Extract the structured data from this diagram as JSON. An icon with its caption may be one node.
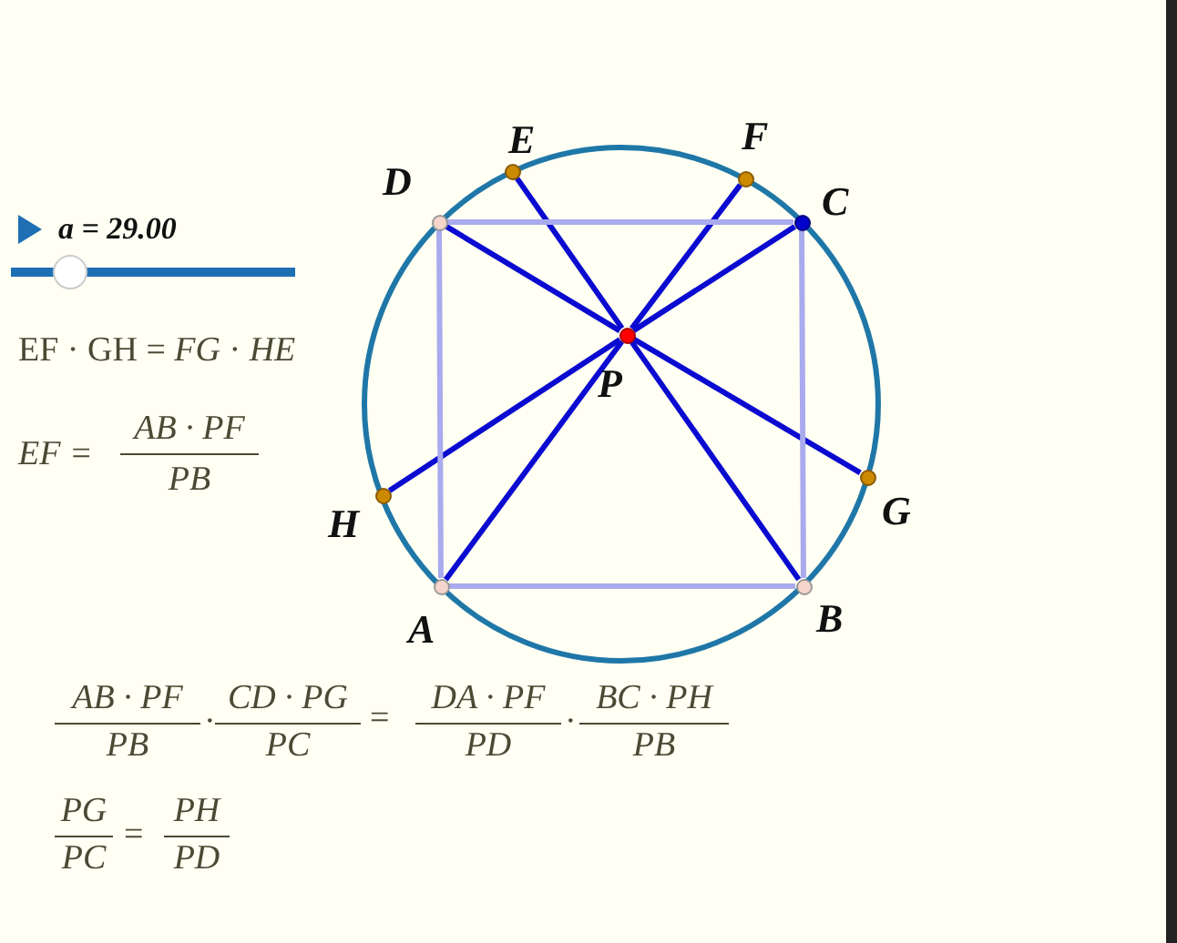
{
  "diagram": {
    "nodes": [
      {
        "text": [],
        "shape": "circle",
        "beside": [
          "A"
        ]
      },
      {
        "text": [],
        "shape": "circle",
        "beside": [
          "B"
        ]
      },
      {
        "text": [],
        "shape": "circle",
        "beside": [
          "C"
        ]
      },
      {
        "text": [],
        "shape": "circle",
        "beside": [
          "D"
        ]
      },
      {
        "text": [],
        "shape": "circle",
        "beside": [
          "E"
        ]
      },
      {
        "text": [],
        "shape": "circle",
        "beside": [
          "F"
        ]
      },
      {
        "text": [],
        "shape": "circle",
        "beside": [
          "G"
        ]
      },
      {
        "text": [],
        "shape": "circle",
        "beside": [
          "H"
        ]
      },
      {
        "text": [],
        "shape": "circle",
        "beside": [
          "P"
        ]
      }
    ],
    "edges": [
      {
        "from": 8,
        "to": 0,
        "arrow": "none"
      },
      {
        "from": 8,
        "to": 1,
        "arrow": "none"
      },
      {
        "from": 8,
        "to": 2,
        "arrow": "none"
      },
      {
        "from": 8,
        "to": 3,
        "arrow": "none"
      },
      {
        "from": 8,
        "to": 4,
        "arrow": "none"
      },
      {
        "from": 8,
        "to": 5,
        "arrow": "none"
      },
      {
        "from": 8,
        "to": 6,
        "arrow": "none"
      },
      {
        "from": 8,
        "to": 7,
        "arrow": "none"
      },
      {
        "from": 0,
        "to": 1,
        "arrow": "none",
        "color": "#aaaaee"
      },
      {
        "from": 1,
        "to": 2,
        "arrow": "none",
        "color": "#aaaaee"
      },
      {
        "from": 2,
        "to": 3,
        "arrow": "none",
        "color": "#aaaaee"
      },
      {
        "from": 3,
        "to": 0,
        "arrow": "none",
        "color": "#aaaaee"
      }
    ],
    "labels": [
      "a = 29.00",
      "EF · GH = *FG* · *HE*",
      "EF =",
      "AB · PF",
      "PB",
      "AB · PF",
      "PB",
      "·",
      "CD · PG",
      "PC",
      "=",
      "DA · PF",
      "PD",
      "·",
      "BC · PH",
      "PB",
      "PG",
      "PC",
      "=",
      "PH",
      "PD"
    ]
  }
}
